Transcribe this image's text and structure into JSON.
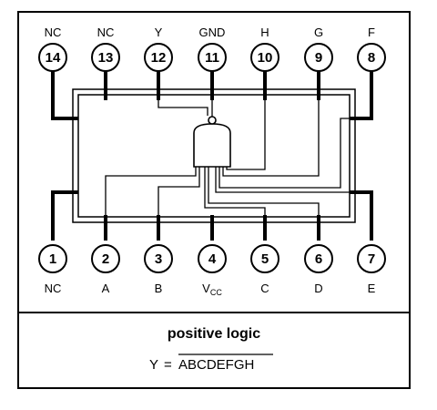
{
  "pins": [
    {
      "number": "14",
      "label": "NC"
    },
    {
      "number": "13",
      "label": "NC"
    },
    {
      "number": "12",
      "label": "Y"
    },
    {
      "number": "11",
      "label": "GND"
    },
    {
      "number": "10",
      "label": "H"
    },
    {
      "number": "9",
      "label": "G"
    },
    {
      "number": "8",
      "label": "F"
    },
    {
      "number": "1",
      "label": "NC"
    },
    {
      "number": "2",
      "label": "A"
    },
    {
      "number": "3",
      "label": "B"
    },
    {
      "number": "4",
      "label": "V",
      "label_sub": "CC"
    },
    {
      "number": "5",
      "label": "C"
    },
    {
      "number": "6",
      "label": "D"
    },
    {
      "number": "7",
      "label": "E"
    }
  ],
  "logic": {
    "title": "positive logic",
    "output": "Y",
    "equals": "=",
    "expression": "ABCDEFGH"
  },
  "colors": {
    "ink": "#000000",
    "paper": "#ffffff"
  }
}
